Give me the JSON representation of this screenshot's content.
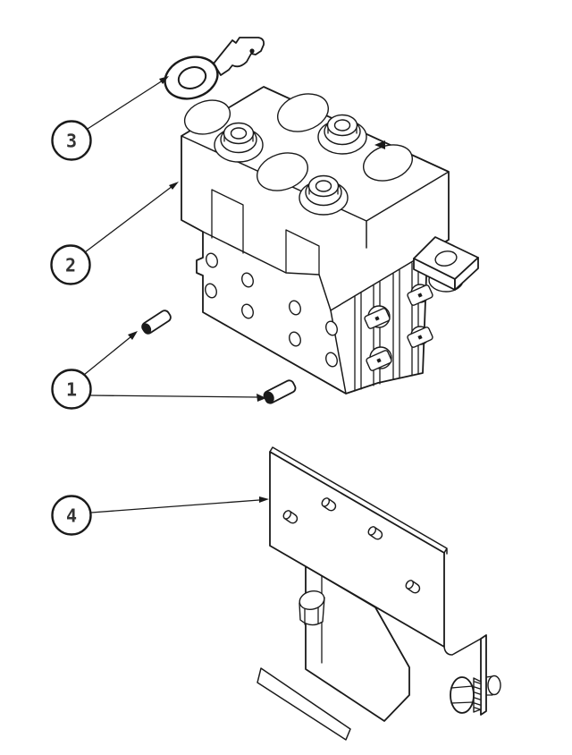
{
  "image": {
    "kind": "exploded-parts-line-drawing",
    "background_color": "#ffffff",
    "line_color": "#1a1a1a",
    "callout_text_color": "#333333"
  },
  "diagram": {
    "callouts": [
      {
        "number": "1",
        "part": "terminal-pin",
        "leader_count": 2
      },
      {
        "number": "2",
        "part": "contactor-block",
        "leader_count": 1
      },
      {
        "number": "3",
        "part": "key-ring-terminal",
        "leader_count": 1
      },
      {
        "number": "4",
        "part": "mounting-bracket",
        "leader_count": 1
      }
    ],
    "parts": [
      {
        "name": "key-ring-terminal",
        "callout": "3"
      },
      {
        "name": "contactor-block",
        "callout": "2"
      },
      {
        "name": "terminal-pin-upper",
        "callout": "1"
      },
      {
        "name": "terminal-pin-lower",
        "callout": "1"
      },
      {
        "name": "mounting-bracket",
        "callout": "4"
      }
    ]
  }
}
